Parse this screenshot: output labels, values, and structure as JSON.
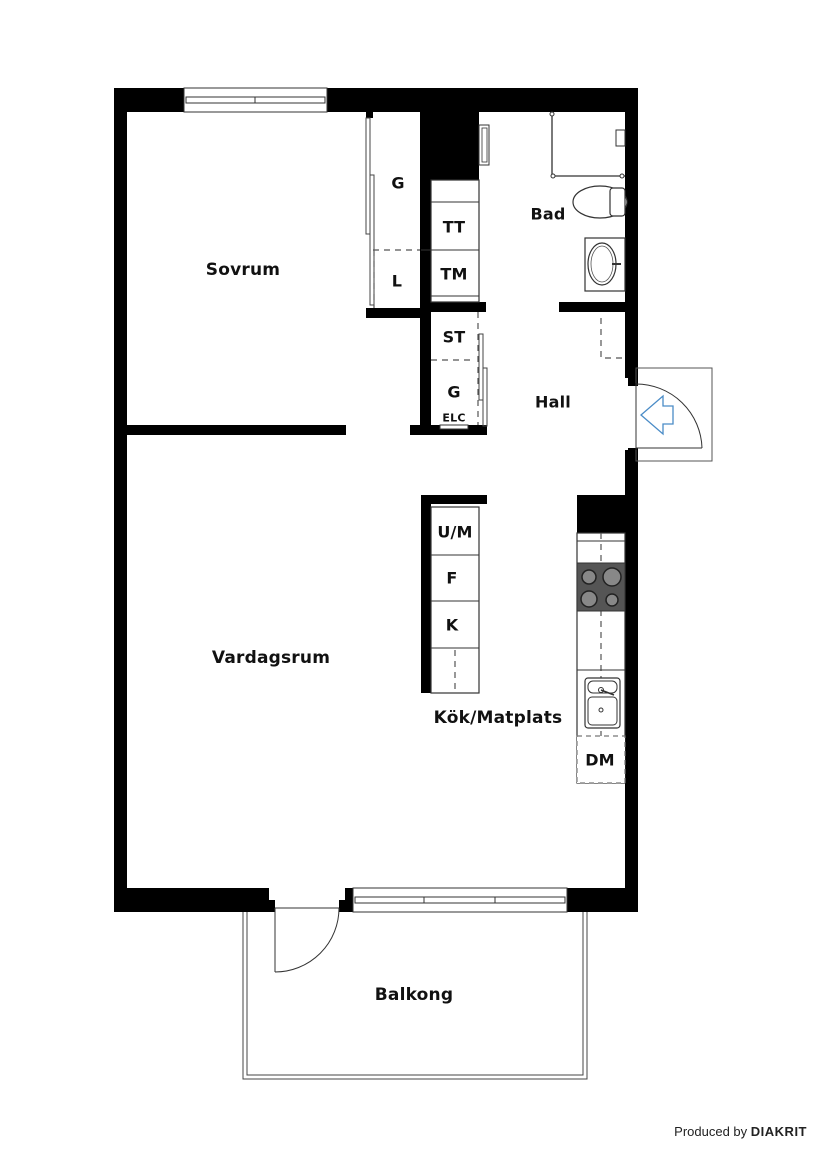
{
  "floorplan": {
    "rooms": {
      "sovrum": "Sovrum",
      "bad": "Bad",
      "hall": "Hall",
      "vardagsrum": "Vardagsrum",
      "kok": "Kök/Matplats",
      "balkong": "Balkong"
    },
    "storage": {
      "g_bedroom": "G",
      "l_bedroom": "L",
      "tt": "TT",
      "tm": "TM",
      "st": "ST",
      "g_hall": "G",
      "elc": "ELC",
      "um": "U/M",
      "f": "F",
      "k": "K",
      "dm": "DM"
    },
    "entrance_arrow_color": "#4a8cc7"
  },
  "footer": {
    "produced_by": "Produced by",
    "brand": "DIAKRIT"
  }
}
